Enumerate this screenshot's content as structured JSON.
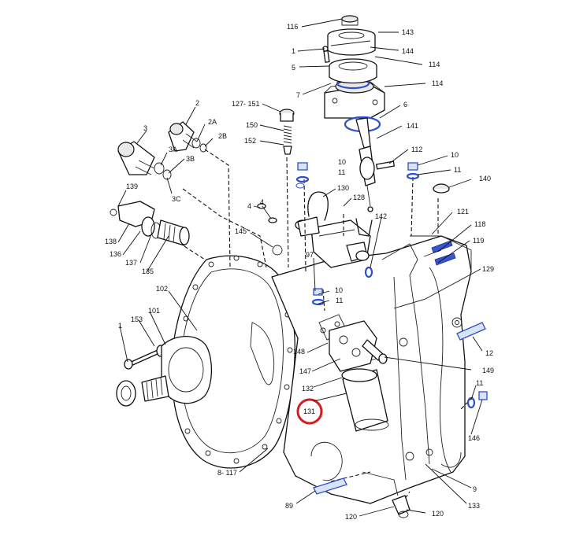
{
  "callouts": [
    {
      "id": "116",
      "text": "116"
    },
    {
      "id": "143",
      "text": "143"
    },
    {
      "id": "1a",
      "text": "1"
    },
    {
      "id": "144",
      "text": "144"
    },
    {
      "id": "5",
      "text": "5"
    },
    {
      "id": "114a",
      "text": "114"
    },
    {
      "id": "114b",
      "text": "114"
    },
    {
      "id": "7",
      "text": "7"
    },
    {
      "id": "6",
      "text": "6"
    },
    {
      "id": "127-151",
      "text": "127- 151"
    },
    {
      "id": "141",
      "text": "141"
    },
    {
      "id": "150",
      "text": "150"
    },
    {
      "id": "152",
      "text": "152"
    },
    {
      "id": "2",
      "text": "2"
    },
    {
      "id": "2A",
      "text": "2A"
    },
    {
      "id": "2B",
      "text": "2B"
    },
    {
      "id": "3",
      "text": "3"
    },
    {
      "id": "3A",
      "text": "3A"
    },
    {
      "id": "3B",
      "text": "3B"
    },
    {
      "id": "3C",
      "text": "3C"
    },
    {
      "id": "112",
      "text": "112"
    },
    {
      "id": "10a",
      "text": "10"
    },
    {
      "id": "11a",
      "text": "11"
    },
    {
      "id": "10b",
      "text": "10"
    },
    {
      "id": "11b",
      "text": "11"
    },
    {
      "id": "140",
      "text": "140"
    },
    {
      "id": "139",
      "text": "139"
    },
    {
      "id": "130",
      "text": "130"
    },
    {
      "id": "128",
      "text": "128"
    },
    {
      "id": "4a",
      "text": "4"
    },
    {
      "id": "4b",
      "text": "4"
    },
    {
      "id": "121",
      "text": "121"
    },
    {
      "id": "118",
      "text": "118"
    },
    {
      "id": "119",
      "text": "119"
    },
    {
      "id": "142",
      "text": "142"
    },
    {
      "id": "145",
      "text": "145"
    },
    {
      "id": "138",
      "text": "138"
    },
    {
      "id": "136",
      "text": "136"
    },
    {
      "id": "137",
      "text": "137"
    },
    {
      "id": "135",
      "text": "135"
    },
    {
      "id": "97",
      "text": "97"
    },
    {
      "id": "129",
      "text": "129"
    },
    {
      "id": "102",
      "text": "102"
    },
    {
      "id": "10c",
      "text": "10"
    },
    {
      "id": "11c",
      "text": "11"
    },
    {
      "id": "153",
      "text": "153"
    },
    {
      "id": "101",
      "text": "101"
    },
    {
      "id": "1b",
      "text": "1"
    },
    {
      "id": "12",
      "text": "12"
    },
    {
      "id": "148",
      "text": "148"
    },
    {
      "id": "147",
      "text": "147"
    },
    {
      "id": "149",
      "text": "149"
    },
    {
      "id": "11d",
      "text": "11"
    },
    {
      "id": "132",
      "text": "132"
    },
    {
      "id": "131",
      "text": "131"
    },
    {
      "id": "146",
      "text": "146"
    },
    {
      "id": "8-117",
      "text": "8- 117"
    },
    {
      "id": "9",
      "text": "9"
    },
    {
      "id": "89",
      "text": "89"
    },
    {
      "id": "133",
      "text": "133"
    },
    {
      "id": "120a",
      "text": "120"
    },
    {
      "id": "120b",
      "text": "120"
    }
  ]
}
